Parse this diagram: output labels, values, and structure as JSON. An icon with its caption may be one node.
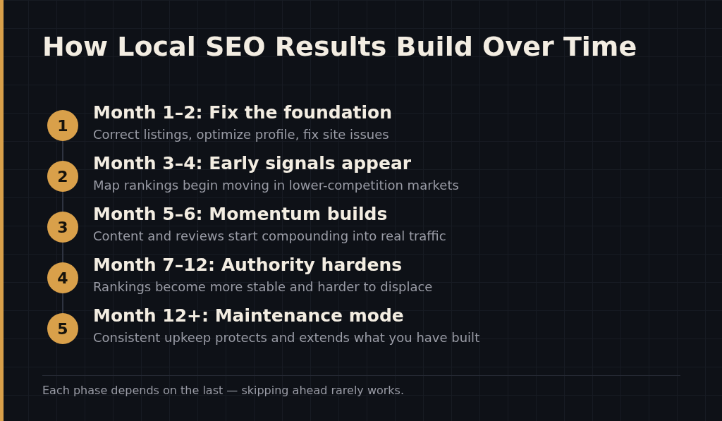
{
  "diagram": {
    "title": "How Local SEO Results Build Over Time",
    "nodes": [
      {
        "text": [
          "1"
        ],
        "beside": [
          "Month 1–2: Fix the foundation",
          "Correct listings, optimize profile, fix site issues"
        ]
      },
      {
        "text": [
          "2"
        ],
        "beside": [
          "Month 3–4: Early signals appear",
          "Map rankings begin moving in lower-competition markets"
        ]
      },
      {
        "text": [
          "3"
        ],
        "beside": [
          "Month 5–6: Momentum builds",
          "Content and reviews start compounding into real traffic"
        ]
      },
      {
        "text": [
          "4"
        ],
        "beside": [
          "Month 7–12: Authority hardens",
          "Rankings become more stable and harder to displace"
        ]
      },
      {
        "text": [
          "5"
        ],
        "beside": [
          "Month 12+: Maintenance mode",
          "Consistent upkeep protects and extends what you have built"
        ]
      }
    ],
    "edges": [
      {
        "from": 0,
        "to": 1,
        "arrow": "none"
      },
      {
        "from": 1,
        "to": 2,
        "arrow": "none"
      },
      {
        "from": 2,
        "to": 3,
        "arrow": "none"
      },
      {
        "from": 3,
        "to": 4,
        "arrow": "none"
      }
    ],
    "caption": "Each phase depends on the last — skipping ahead rarely works."
  }
}
